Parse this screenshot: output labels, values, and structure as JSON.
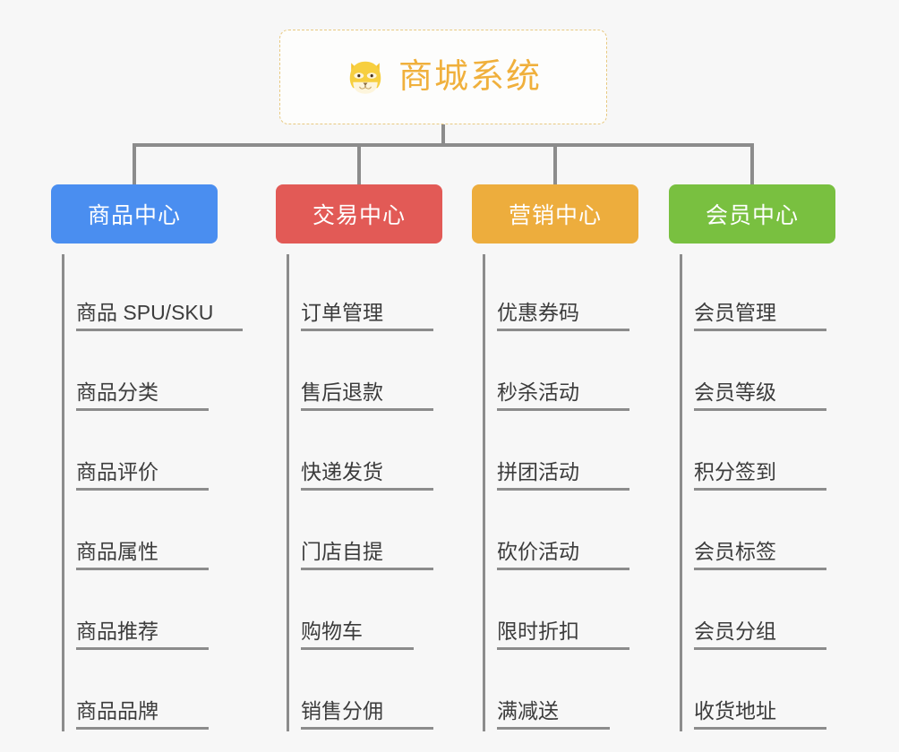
{
  "background_color": "#f7f7f7",
  "root": {
    "title": "商城系统",
    "icon": "dog-face-icon",
    "text_color": "#f0b03c",
    "border_color": "#e8c981"
  },
  "connector_color": "#8c8c8c",
  "branches": [
    {
      "id": "product-center",
      "label": "商品中心",
      "color": "#4a8ef0",
      "items": [
        "商品 SPU/SKU",
        "商品分类",
        "商品评价",
        "商品属性",
        "商品推荐",
        "商品品牌"
      ]
    },
    {
      "id": "trade-center",
      "label": "交易中心",
      "color": "#e25a56",
      "items": [
        "订单管理",
        "售后退款",
        "快递发货",
        "门店自提",
        "购物车",
        "销售分佣"
      ]
    },
    {
      "id": "marketing-center",
      "label": "营销中心",
      "color": "#edad3d",
      "items": [
        "优惠券码",
        "秒杀活动",
        "拼团活动",
        "砍价活动",
        "限时折扣",
        "满减送"
      ]
    },
    {
      "id": "member-center",
      "label": "会员中心",
      "color": "#79c040",
      "items": [
        "会员管理",
        "会员等级",
        "积分签到",
        "会员标签",
        "会员分组",
        "收货地址"
      ]
    }
  ]
}
